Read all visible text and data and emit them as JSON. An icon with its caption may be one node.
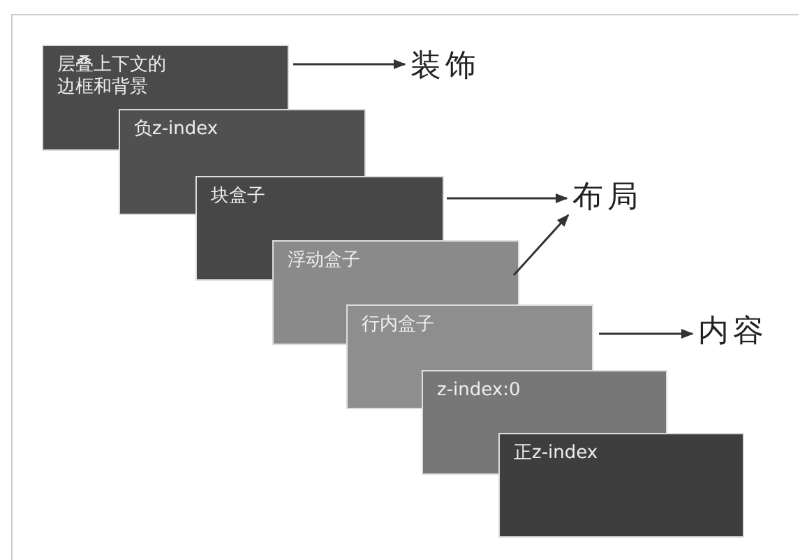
{
  "diagram": {
    "nodes": [
      {
        "text": [
          "层叠上下文的边框和背景"
        ]
      },
      {
        "text": [
          "负z-index"
        ]
      },
      {
        "text": [
          "块盒子"
        ]
      },
      {
        "text": [
          "浮动盒子"
        ]
      },
      {
        "text": [
          "行内盒子"
        ]
      },
      {
        "text": [
          "z-index:0"
        ]
      },
      {
        "text": [
          "正z-index"
        ]
      },
      {
        "text": [
          "装饰"
        ]
      },
      {
        "text": [
          "布局"
        ]
      },
      {
        "text": [
          "内容"
        ]
      }
    ],
    "edges": [
      {
        "from": 0,
        "to": 7,
        "arrow": "to"
      },
      {
        "from": 2,
        "to": 8,
        "arrow": "to"
      },
      {
        "from": 3,
        "to": 8,
        "arrow": "to"
      },
      {
        "from": 4,
        "to": 9,
        "arrow": "to"
      }
    ]
  }
}
